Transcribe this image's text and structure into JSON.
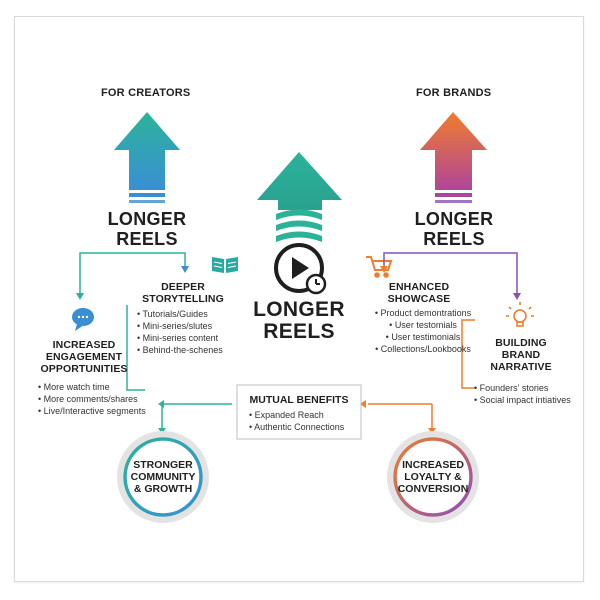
{
  "creators": {
    "header": "FOR CREATORS",
    "title_line1": "LONGER",
    "title_line2": "REELS",
    "storytelling": {
      "title_line1": "DEEPER",
      "title_line2": "STORYTELLING",
      "items": [
        "Tutorials/Guides",
        "Mini-series/slutes",
        "Mini-series content",
        "Behind-the-schenes"
      ]
    },
    "engagement": {
      "title_line1": "INCREASED",
      "title_line2": "ENGAGEMENT",
      "title_line3": "OPPORTUNITIES",
      "items": [
        "More watch time",
        "More comments/shares",
        "Live/Interactive segments"
      ]
    },
    "circle": {
      "line1": "STRONGER",
      "line2": "COMMUNITY",
      "line3": "& GROWTH"
    }
  },
  "center": {
    "title_line1": "LONGER",
    "title_line2": "REELS"
  },
  "brands": {
    "header": "FOR BRANDS",
    "title_line1": "LONGER",
    "title_line2": "REELS",
    "showcase": {
      "title_line1": "ENHANCED",
      "title_line2": "SHOWCASE",
      "items": [
        "Product demontrations",
        "User testomials",
        "User testimonials",
        "Collections/Lookbooks"
      ]
    },
    "narrative": {
      "title_line1": "BUILDING",
      "title_line2": "BRAND",
      "title_line3": "NARRATIVE",
      "items": [
        "Founders’ stories",
        "Social impact intiatives"
      ]
    },
    "circle": {
      "line1": "INCREASED",
      "line2": "LOYALTY &",
      "line3": "CONVERSION"
    }
  },
  "mutual": {
    "title": "MUTUAL BENEFITS",
    "items": [
      "Expanded Reach",
      "Authentic Connections"
    ]
  },
  "colors": {
    "teal": "#2bb39a",
    "blue": "#3a8fd4",
    "orange": "#ef7d2c",
    "purple": "#8b4fb8",
    "dark": "#1f1f1f"
  }
}
